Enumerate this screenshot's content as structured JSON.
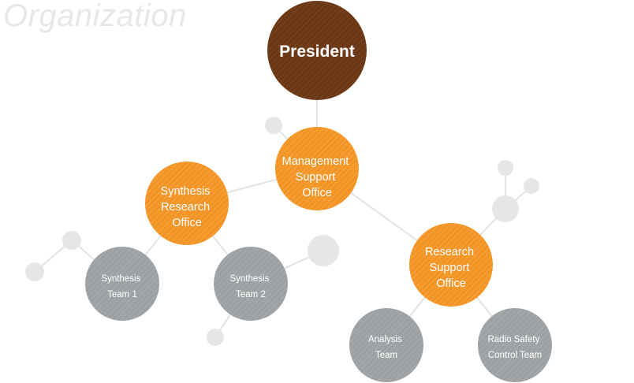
{
  "title": "Organization",
  "colors": {
    "president": "#6b3817",
    "office": "#f39426",
    "team": "#9ea1a3",
    "decor": "#e6e6e6",
    "line": "#e3e3e3"
  },
  "nodes": {
    "president": [
      "President"
    ],
    "management": [
      "Management",
      "Support",
      "Office"
    ],
    "synthesis_research": [
      "Synthesis",
      "Research",
      "Office"
    ],
    "research_support": [
      "Research",
      "Support",
      "Office"
    ],
    "synthesis_team1": [
      "Synthesis",
      "Team 1"
    ],
    "synthesis_team2": [
      "Synthesis",
      "Team 2"
    ],
    "analysis": [
      "Analysis",
      "Team"
    ],
    "radio_safety": [
      "Radio Safety",
      "Control Team"
    ]
  }
}
